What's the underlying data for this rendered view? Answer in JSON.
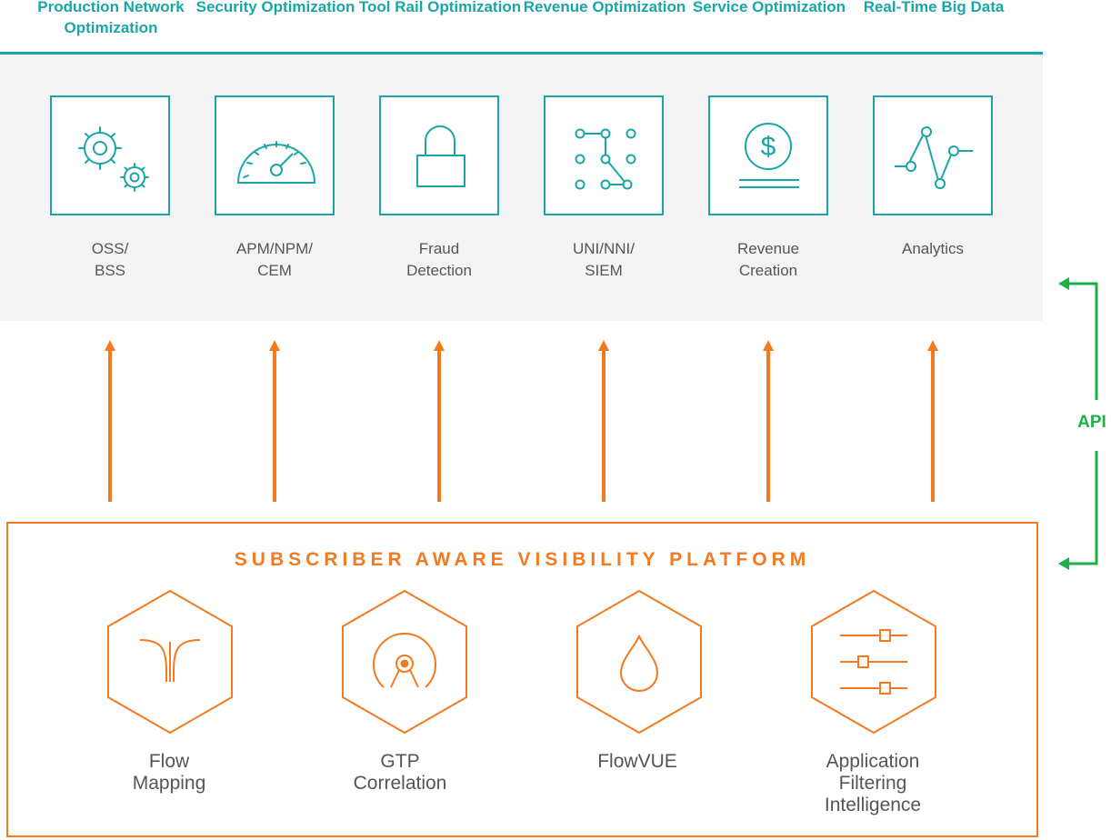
{
  "categories": [
    {
      "title": "Production Network\nOptimization"
    },
    {
      "title": "Security\nOptimization"
    },
    {
      "title": "Tool Rail\nOptimization"
    },
    {
      "title": "Revenue\nOptimization"
    },
    {
      "title": "Service\nOptimization"
    },
    {
      "title": "Real-Time\nBig Data"
    }
  ],
  "tools": [
    {
      "label": "OSS/\nBSS",
      "icon": "gears-icon"
    },
    {
      "label": "APM/NPM/\nCEM",
      "icon": "gauge-icon"
    },
    {
      "label": "Fraud\nDetection",
      "icon": "lock-icon"
    },
    {
      "label": "UNI/NNI/\nSIEM",
      "icon": "dot-grid-icon"
    },
    {
      "label": "Revenue\nCreation",
      "icon": "dollar-icon"
    },
    {
      "label": "Analytics",
      "icon": "line-graph-icon"
    }
  ],
  "platform": {
    "title": "SUBSCRIBER AWARE VISIBILITY PLATFORM",
    "modules": [
      {
        "label": "Flow\nMapping",
        "icon": "flow-split-icon"
      },
      {
        "label": "GTP\nCorrelation",
        "icon": "radar-icon"
      },
      {
        "label": "FlowVUE",
        "icon": "droplet-icon"
      },
      {
        "label": "Application\nFiltering\nIntelligence",
        "icon": "sliders-icon"
      }
    ]
  },
  "api": {
    "label": "API"
  },
  "colors": {
    "teal": "#1aa6a8",
    "orange": "#f47a20",
    "green": "#1cb04a",
    "gray_text": "#555555",
    "panel": "#f4f4f4"
  }
}
